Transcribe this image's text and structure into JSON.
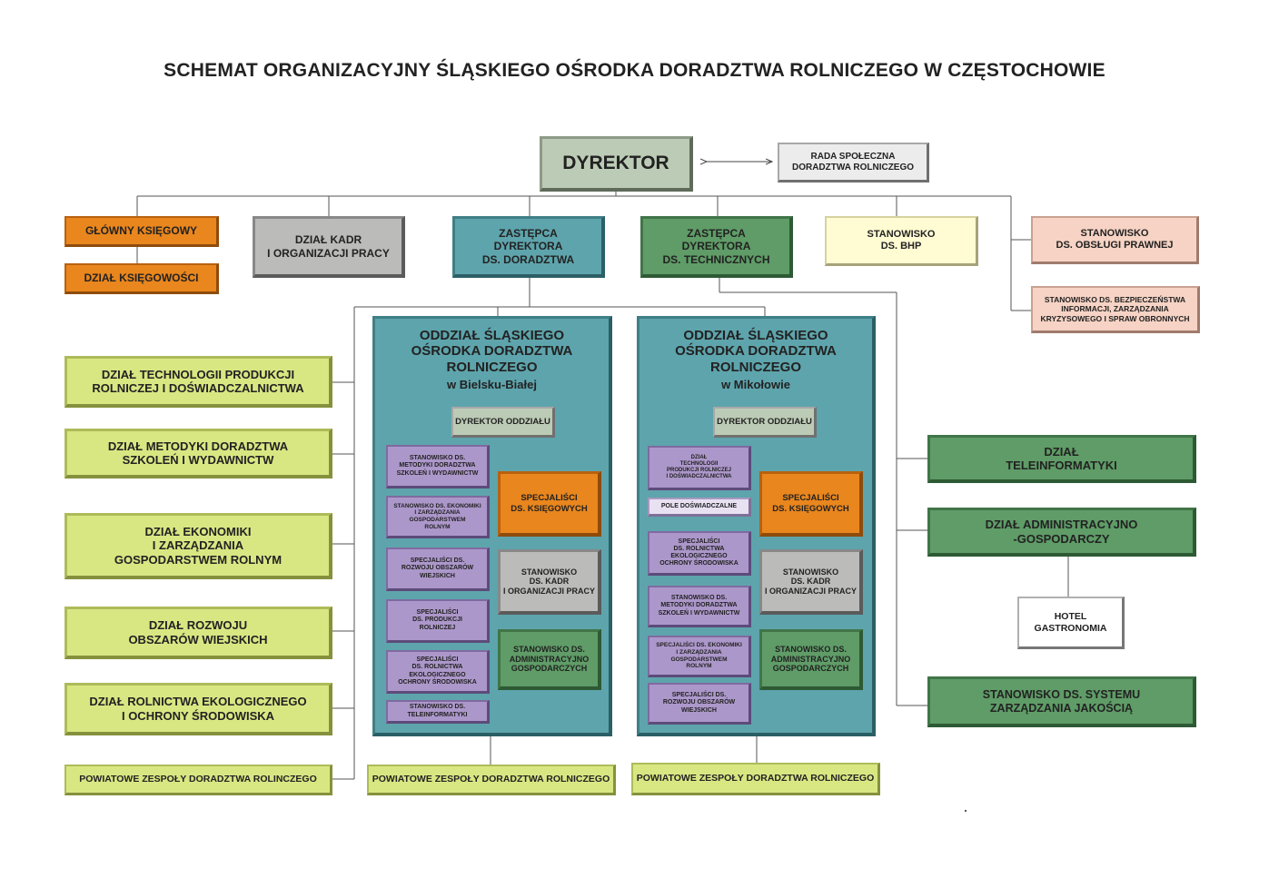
{
  "title": "SCHEMAT ORGANIZACYJNY ŚLĄSKIEGO OŚRODKA DORADZTWA ROLNICZEGO W CZĘSTOCHOWIE",
  "top": {
    "dyrektor": "DYREKTOR",
    "rada": "RADA SPOŁECZNA\nDORADZTWA ROLNICZEGO"
  },
  "row1": {
    "glowny_ksiegowy": "GŁÓWNY KSIĘGOWY",
    "dzial_ksiegowosci": "DZIAŁ KSIĘGOWOŚCI",
    "dzial_kadr": "DZIAŁ KADR\nI ORGANIZACJI PRACY",
    "zastepca_doradztwa": "ZASTĘPCA\nDYREKTORA\nDS. DORADZTWA",
    "zastepca_technicznych": "ZASTĘPCA\nDYREKTORA\nDS. TECHNICZNYCH",
    "bhp": "STANOWISKO\nDS. BHP",
    "obsluga_prawna": "STANOWISKO\nDS. OBSŁUGI PRAWNEJ",
    "bezpieczenstwo": "STANOWISKO DS. BEZPIECZEŃSTWA\nINFORMACJI, ZARZĄDZANIA\nKRYZYSOWEGO I SPRAW OBRONNYCH"
  },
  "left_depts": [
    "DZIAŁ TECHNOLOGII PRODUKCJI\nROLNICZEJ I DOŚWIADCZALNICTWA",
    "DZIAŁ METODYKI DORADZTWA\nSZKOLEŃ I WYDAWNICTW",
    "DZIAŁ EKONOMIKI\nI ZARZĄDZANIA\nGOSPODARSTWEM ROLNYM",
    "DZIAŁ ROZWOJU\nOBSZARÓW WIEJSKICH",
    "DZIAŁ ROLNICTWA EKOLOGICZNEGO\nI OCHRONY ŚRODOWISKA",
    "POWIATOWE ZESPOŁY DORADZTWA ROLINCZEGO"
  ],
  "branch_bielsko": {
    "title": "ODDZIAŁ ŚLĄSKIEGO\nOŚRODKA DORADZTWA\nROLNICZEGO",
    "subtitle": "w Bielsku-Białej",
    "director": "DYREKTOR ODDZIAŁU",
    "purple_items": [
      "STANOWISKO DS.\nMETODYKI DORADZTWA\nSZKOLEŃ I WYDAWNICTW",
      "STANOWISKO DS. EKONOMIKI\nI ZARZĄDZANIA\nGOSPODARSTWEM\nROLNYM",
      "SPECJALIŚCI DS.\nROZWOJU OBSZARÓW\nWIEJSKICH",
      "SPECJALIŚCI\nDS. PRODUKCJI\nROLNICZEJ",
      "SPECJALIŚCI\nDS. ROLNICTWA\nEKOLOGICZNEGO\nOCHRONY ŚRODOWISKA",
      "STANOWISKO DS.\nTELEINFORMATYKI"
    ],
    "ksiegowi": "SPECJALIŚCI\nDS. KSIĘGOWYCH",
    "kadry": "STANOWISKO\nDS. KADR\nI ORGANIZACJI PRACY",
    "admin": "STANOWISKO DS.\nADMINISTRACYJNO\nGOSPODARCZYCH",
    "powiatowe": "POWIATOWE ZESPOŁY DORADZTWA ROLNICZEGO"
  },
  "branch_mikolow": {
    "title": "ODDZIAŁ ŚLĄSKIEGO\nOŚRODKA DORADZTWA\nROLNICZEGO",
    "subtitle": "w Mikołowie",
    "director": "DYREKTOR ODDZIAŁU",
    "purple_items": [
      "DZIAŁ\nTECHNOLOGII\nPRODUKCJI ROLNICZEJ\nI DOŚWIADCZALNICTWA",
      "SPECJALIŚCI\nDS. ROLNICTWA\nEKOLOGICZNEGO\nOCHRONY ŚRODOWISKA",
      "STANOWISKO DS.\nMETODYKI DORADZTWA\nSZKOLEŃ I WYDAWNICTW",
      "SPECJALIŚCI DS. EKONOMIKI\nI ZARZĄDZANIA\nGOSPODARSTWEM\nROLNYM",
      "SPECJALIŚCI DS.\nROZWOJU OBSZARÓW\nWIEJSKICH"
    ],
    "pole": "POLE DOŚWIADCZALNE",
    "ksiegowi": "SPECJALIŚCI\nDS. KSIĘGOWYCH",
    "kadry": "STANOWISKO\nDS. KADR\nI ORGANIZACJI PRACY",
    "admin": "STANOWISKO DS.\nADMINISTRACYJNO\nGOSPODARCZYCH",
    "powiatowe": "POWIATOWE ZESPOŁY DORADZTWA ROLNICZEGO"
  },
  "right_depts": {
    "teleinformatyki": "DZIAŁ\nTELEINFORMATYKI",
    "administracyjno": "DZIAŁ ADMINISTRACYJNO\n-GOSPODARCZY",
    "hotel": "HOTEL\nGASTRONOMIA",
    "jakosc": "STANOWISKO DS. SYSTEMU\nZARZĄDZANIA JAKOŚCIĄ"
  }
}
